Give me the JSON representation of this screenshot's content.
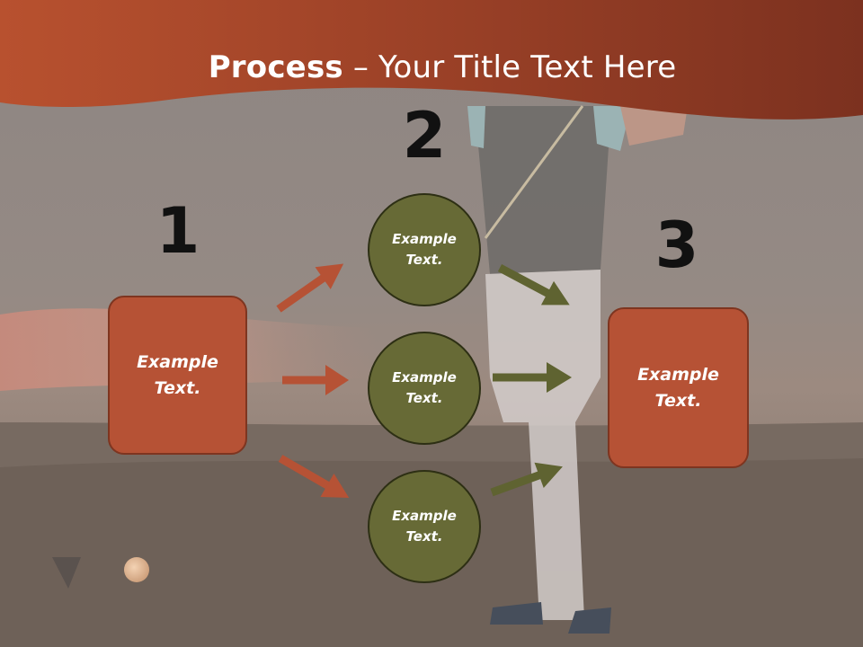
{
  "title": {
    "bold": "Process",
    "rest": " – Your Title Text Here"
  },
  "steps": {
    "one": "1",
    "two": "2",
    "three": "3"
  },
  "left_box": {
    "line1": "Example",
    "line2": "Text."
  },
  "circles": [
    {
      "line1": "Example",
      "line2": "Text."
    },
    {
      "line1": "Example",
      "line2": "Text."
    },
    {
      "line1": "Example",
      "line2": "Text."
    }
  ],
  "right_box": {
    "line1": "Example",
    "line2": "Text."
  },
  "colors": {
    "header": "#b5492a",
    "box_fill": "#b65235",
    "circle_fill": "#676a36",
    "arrow_orange": "#b65235",
    "arrow_olive": "#5f6331"
  }
}
